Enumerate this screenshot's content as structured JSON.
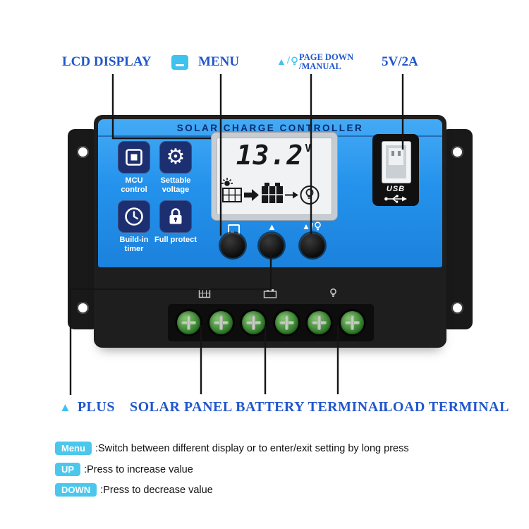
{
  "colors": {
    "label_blue": "#2157cc",
    "cyan_accent": "#3fc3ee",
    "panel_blue": "#2492ec",
    "tile_navy": "#1c2f70",
    "screw_green": "#3c8a33",
    "housing_black": "#1e1e1e"
  },
  "icons": {
    "triangle_up": "▲",
    "slash": "/"
  },
  "callouts": {
    "lcd_display": "LCD DISPLAY",
    "menu": "MENU",
    "page_down": "PAGE DOWN",
    "manual": "/MANUAL",
    "usb_power": "5V/2A",
    "plus": "PLUS",
    "solar_battery_terminal": "SOLAR PANEL BATTERY TERMINAL",
    "load_terminal": "LOAD TERMINAL"
  },
  "device": {
    "header": "SOLAR CHARGE CONTROLLER",
    "features": [
      {
        "label": "MCU control",
        "icon": "mcu-icon"
      },
      {
        "label": "Settable voltage",
        "icon": "gear-icon"
      },
      {
        "label": "Build-in timer",
        "icon": "clock-icon"
      },
      {
        "label": "Full protect",
        "icon": "lock-icon"
      }
    ],
    "lcd": {
      "value": "13.2",
      "unit": "V"
    },
    "usb_label": "USB"
  },
  "notes": [
    {
      "badge": "Menu",
      "text": ":Switch between different display or to enter/exit setting by long press"
    },
    {
      "badge": "UP",
      "text": ":Press to increase value"
    },
    {
      "badge": "DOWN",
      "text": ":Press to decrease value"
    }
  ]
}
